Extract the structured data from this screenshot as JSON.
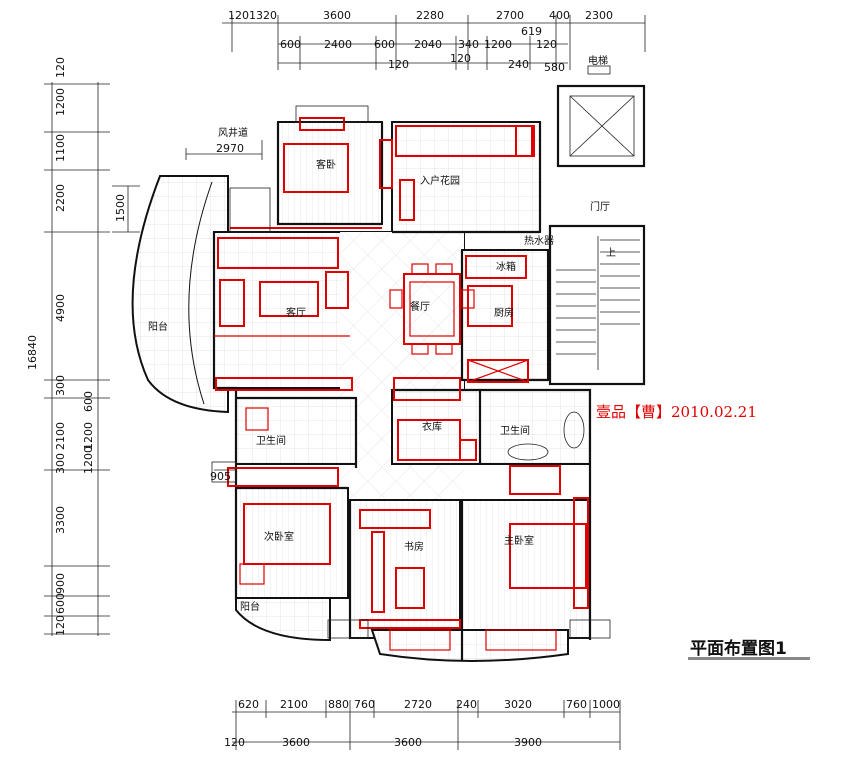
{
  "drawing": {
    "title": "平面布置图1",
    "stamp": "壹品【曹】2010.02.21"
  },
  "rooms": {
    "guest_bedroom": "客卧",
    "entry_garden": "入户花园",
    "foyer": "门厅",
    "balcony_west": "阳台",
    "living_room": "客厅",
    "dining_room": "餐厅",
    "kitchen": "厨房",
    "bathroom_1": "卫生间",
    "cloakroom": "衣库",
    "bathroom_2": "卫生间",
    "second_bedroom": "次卧室",
    "study": "书房",
    "master_bedroom": "主卧室",
    "balcony_south": "阳台",
    "stair_up": "上",
    "fridge": "冰箱",
    "water_heater": "热水器",
    "elevator_label": "电梯",
    "side_note": "风井道"
  },
  "dims_top_row1": [
    "120",
    "1320",
    "3600",
    "2280",
    "2700",
    "400",
    "2300"
  ],
  "dims_top_row2": [
    "600",
    "2400",
    "600",
    "2040",
    "340",
    "1200",
    "619",
    "120"
  ],
  "dims_top_row3": [
    "120",
    "120",
    "240",
    "580"
  ],
  "dims_left": [
    "120",
    "1200",
    "1100",
    "2200",
    "1500",
    "4900",
    "300",
    "2100",
    "600",
    "1200",
    "300",
    "1200",
    "3300",
    "900",
    "600",
    "120"
  ],
  "dims_left_total": "16840",
  "dims_misc": {
    "balcony_width": "2970",
    "left_905": "905"
  },
  "dims_bottom_row1": [
    "620",
    "2100",
    "880",
    "760",
    "2720",
    "240",
    "3020",
    "760",
    "1000"
  ],
  "dims_bottom_row2": [
    "120",
    "3600",
    "3600",
    "3900"
  ]
}
